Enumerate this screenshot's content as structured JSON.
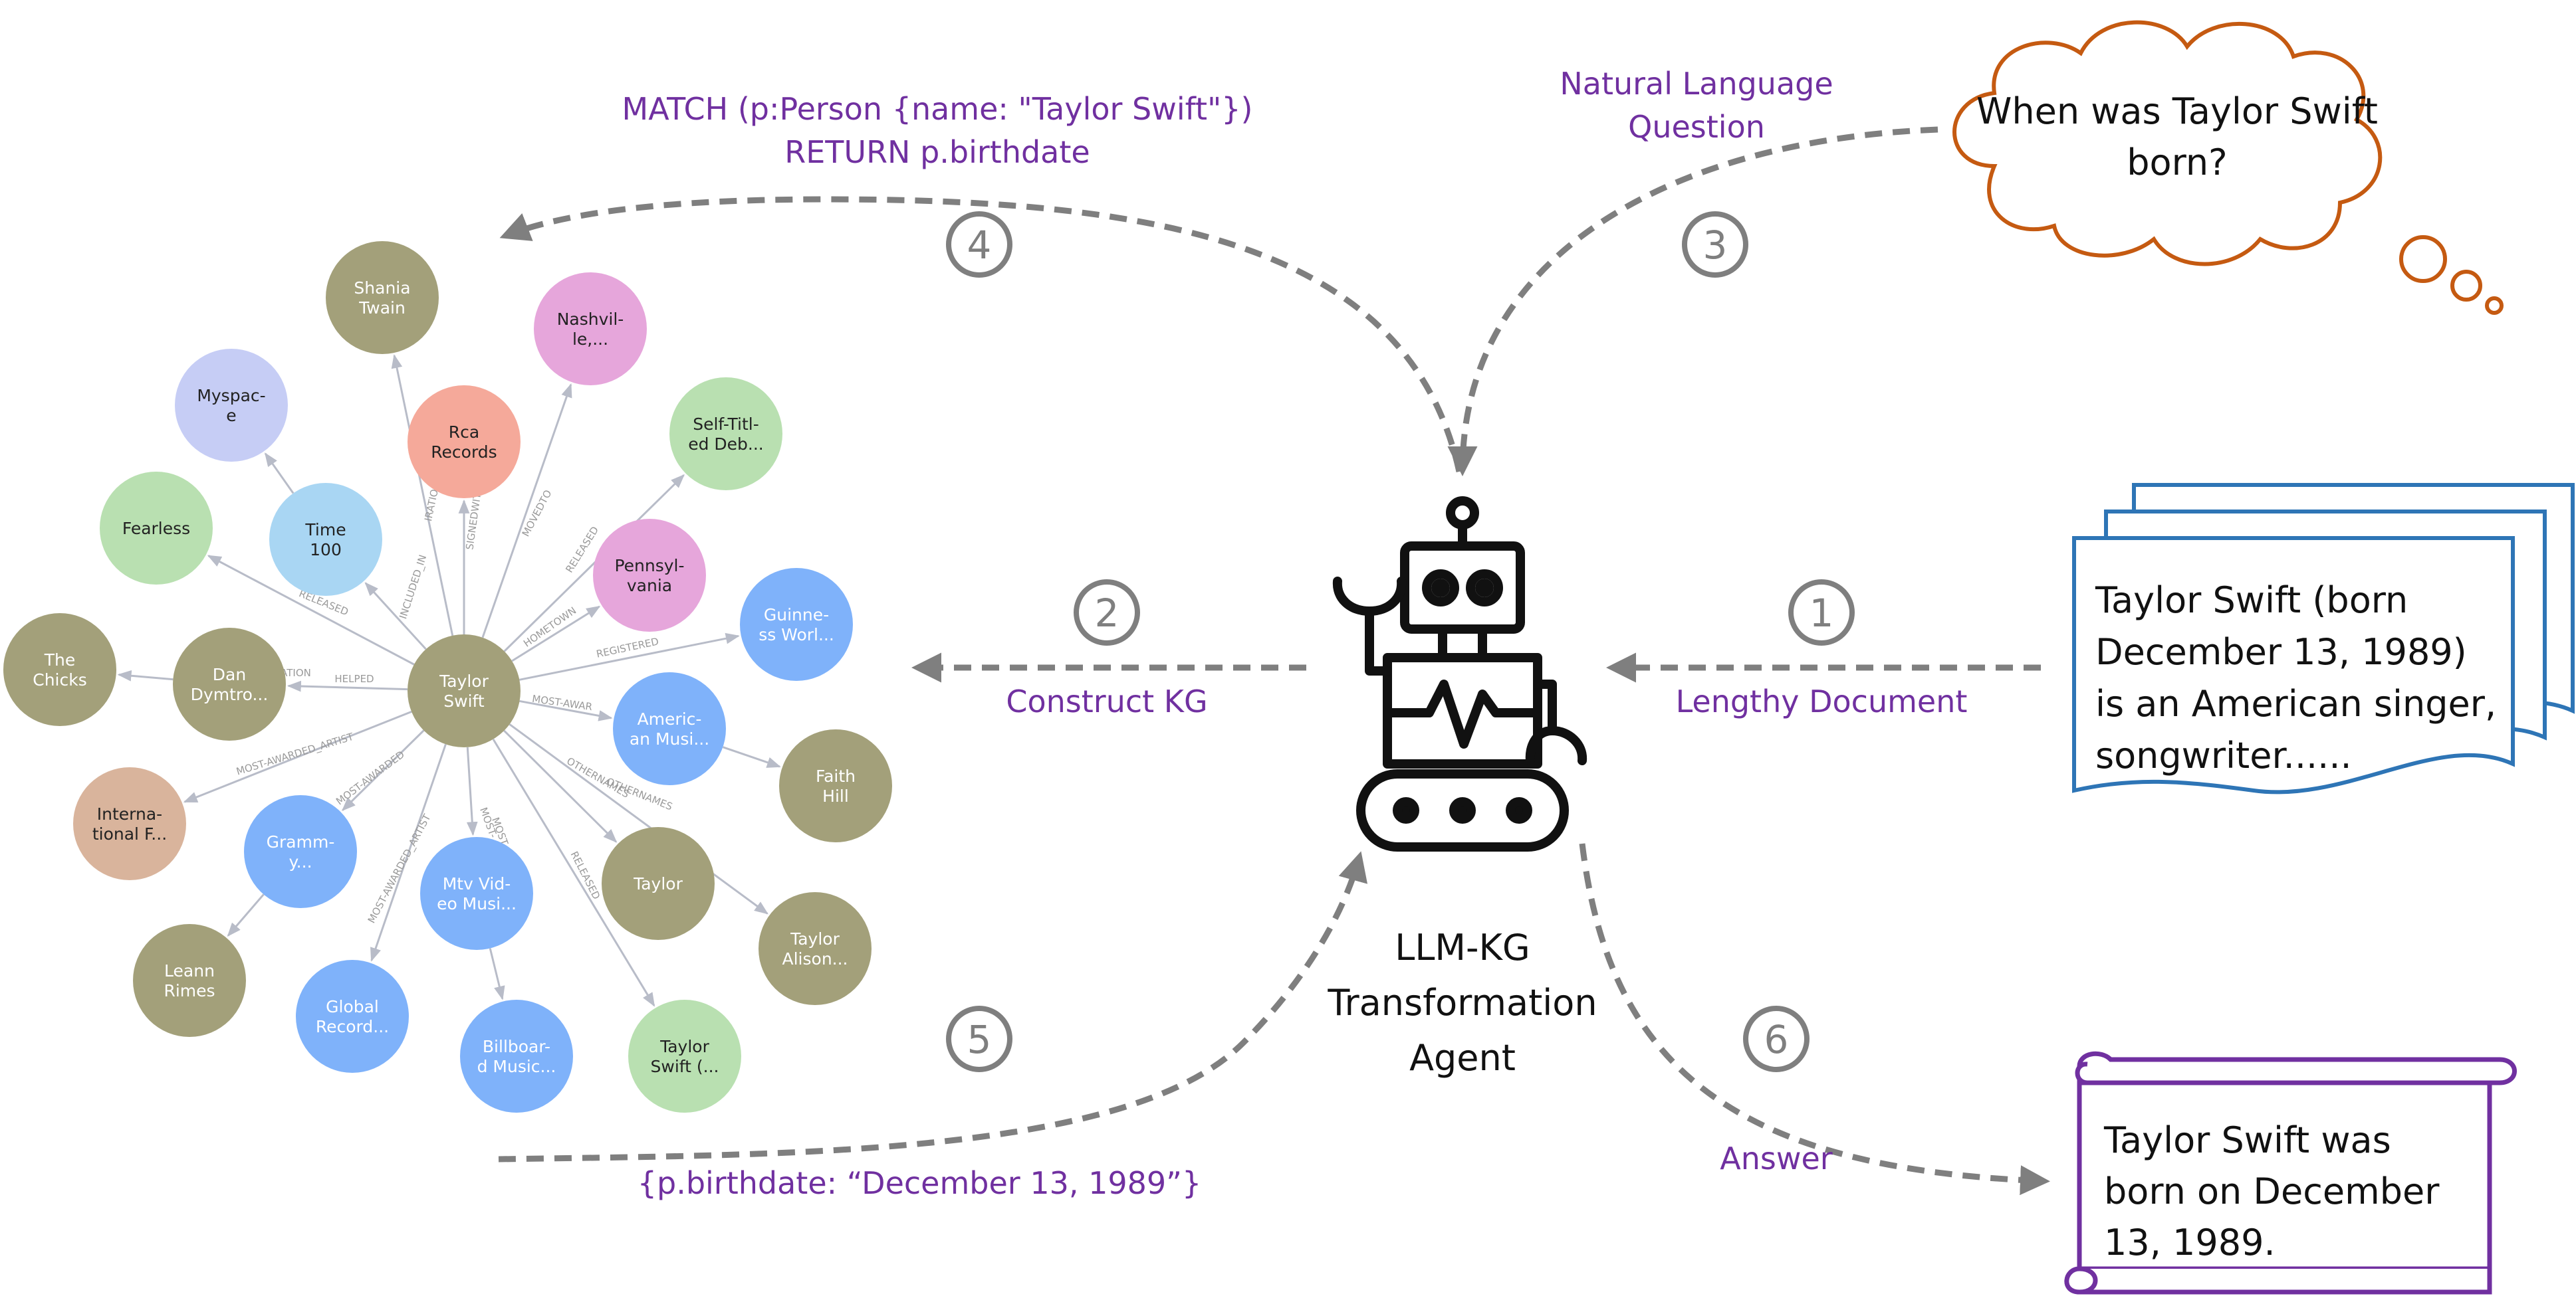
{
  "graph": {
    "nodes": [
      {
        "id": "center",
        "label": [
          "Taylor",
          "Swift"
        ],
        "color": "#a3a07a",
        "dark": false
      },
      {
        "id": "shania",
        "label": [
          "Shania",
          "Twain"
        ],
        "color": "#a3a07a",
        "dark": false
      },
      {
        "id": "myspace",
        "label": [
          "Myspac-",
          "e"
        ],
        "color": "#c6cdf5",
        "dark": true
      },
      {
        "id": "rca",
        "label": [
          "Rca",
          "Records"
        ],
        "color": "#f5a99a",
        "dark": true
      },
      {
        "id": "nashville",
        "label": [
          "Nashvil-",
          "le,..."
        ],
        "color": "#e6a6db",
        "dark": true
      },
      {
        "id": "selftitled",
        "label": [
          "Self-Titl-",
          "ed Deb..."
        ],
        "color": "#b9e0b1",
        "dark": true
      },
      {
        "id": "fearless",
        "label": [
          "Fearless"
        ],
        "color": "#b9e0b1",
        "dark": true
      },
      {
        "id": "time100",
        "label": [
          "Time",
          "100"
        ],
        "color": "#a9d6f3",
        "dark": true
      },
      {
        "id": "pennsylvania",
        "label": [
          "Pennsyl-",
          "vania"
        ],
        "color": "#e6a6db",
        "dark": true
      },
      {
        "id": "guinness",
        "label": [
          "Guinne-",
          "ss Worl..."
        ],
        "color": "#7fb2fa",
        "dark": false
      },
      {
        "id": "chicks",
        "label": [
          "The",
          "Chicks"
        ],
        "color": "#a3a07a",
        "dark": false
      },
      {
        "id": "dan",
        "label": [
          "Dan",
          "Dymtro..."
        ],
        "color": "#a3a07a",
        "dark": false
      },
      {
        "id": "american",
        "label": [
          "Americ-",
          "an Musi..."
        ],
        "color": "#7fb2fa",
        "dark": false
      },
      {
        "id": "faith",
        "label": [
          "Faith",
          "Hill"
        ],
        "color": "#a3a07a",
        "dark": false
      },
      {
        "id": "international",
        "label": [
          "Interna-",
          "tional F..."
        ],
        "color": "#d9b49c",
        "dark": true
      },
      {
        "id": "grammy",
        "label": [
          "Gramm-",
          "y..."
        ],
        "color": "#7fb2fa",
        "dark": false
      },
      {
        "id": "mtv",
        "label": [
          "Mtv Vid-",
          "eo Musi..."
        ],
        "color": "#7fb2fa",
        "dark": false
      },
      {
        "id": "taylor",
        "label": [
          "Taylor"
        ],
        "color": "#a3a07a",
        "dark": false
      },
      {
        "id": "taylorAlison",
        "label": [
          "Taylor",
          "Alison..."
        ],
        "color": "#a3a07a",
        "dark": false
      },
      {
        "id": "leann",
        "label": [
          "Leann",
          "Rimes"
        ],
        "color": "#a3a07a",
        "dark": false
      },
      {
        "id": "global",
        "label": [
          "Global",
          "Record..."
        ],
        "color": "#7fb2fa",
        "dark": false
      },
      {
        "id": "billboard",
        "label": [
          "Billboar-",
          "d Music..."
        ],
        "color": "#7fb2fa",
        "dark": false
      },
      {
        "id": "taylorSwiftParen",
        "label": [
          "Taylor",
          "Swift (..."
        ],
        "color": "#b9e0b1",
        "dark": true
      }
    ],
    "edge_labels": [
      "RELEASED",
      "HELPED",
      "SIGNEDWITH",
      "MOVEDTO",
      "RELEASED",
      "HOMETOWN",
      "REGISTERED",
      "MOST-AWAR",
      "OTHERNAMES",
      "OTHERNAMES",
      "MOST-AWARDED_ARTIST",
      "MOST-AWARDED",
      "MOST-AWARDED_ARTIST",
      "RELEASED",
      "MOST-",
      "ATION",
      "INCLUDED_IN",
      "IRATION",
      "MOST-"
    ]
  },
  "steps": {
    "s1": {
      "number": "1",
      "label": "Lengthy Document"
    },
    "s2": {
      "number": "2",
      "label": "Construct KG"
    },
    "s3": {
      "number": "3",
      "label_line1": "Natural Language",
      "label_line2": "Question"
    },
    "s4": {
      "number": "4",
      "label_line1": "MATCH (p:Person {name: \"Taylor Swift\"})",
      "label_line2": "RETURN p.birthdate"
    },
    "s5": {
      "number": "5",
      "label": "{p.birthdate: “December 13, 1989”}"
    },
    "s6": {
      "number": "6",
      "label": "Answer"
    }
  },
  "agent": {
    "line1": "LLM-KG",
    "line2": "Transformation",
    "line3": "Agent"
  },
  "question": {
    "line1": "When was Taylor Swift",
    "line2": "born?"
  },
  "document": {
    "line1": "Taylor Swift (born",
    "line2": "December 13, 1989)",
    "line3": "is an American singer,",
    "line4": "songwriter......"
  },
  "answer": {
    "line1": "Taylor Swift was",
    "line2": "born on December",
    "line3": "13, 1989."
  },
  "colors": {
    "purple": "#7030a0",
    "arrow": "#7f7f7f",
    "cloud": "#c55a11",
    "doc": "#2e75b6",
    "scroll": "#7030a0",
    "edge": "#b8bcc8"
  }
}
